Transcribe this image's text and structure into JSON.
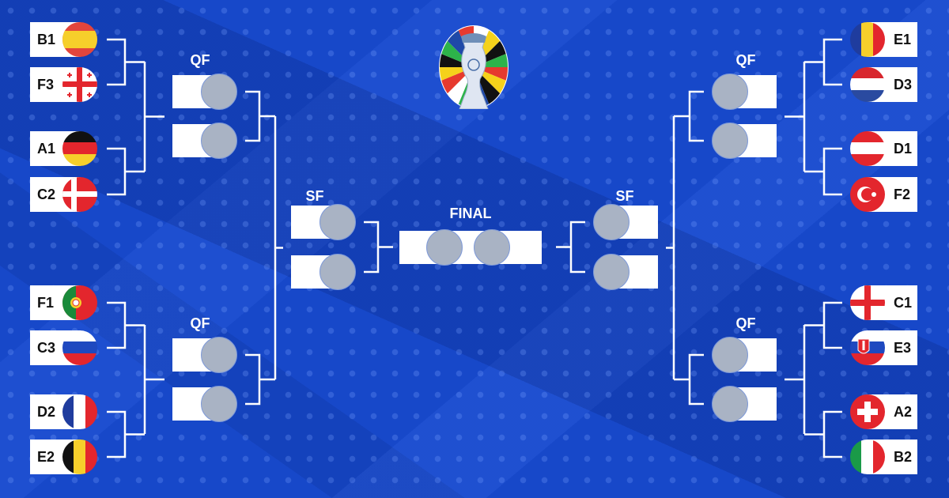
{
  "colors": {
    "background": "#1748c9",
    "line": "#ffffff",
    "slot": "#a9b3c4"
  },
  "round_labels": {
    "qf": "QF",
    "sf": "SF",
    "final": "FINAL"
  },
  "logo": {
    "icon": "euro-2024-trophy-logo"
  },
  "left_teams": [
    {
      "code": "B1",
      "flag": "spain-flag"
    },
    {
      "code": "F3",
      "flag": "georgia-flag"
    },
    {
      "code": "A1",
      "flag": "germany-flag"
    },
    {
      "code": "C2",
      "flag": "denmark-flag"
    },
    {
      "code": "F1",
      "flag": "portugal-flag"
    },
    {
      "code": "C3",
      "flag": "slovenia-flag"
    },
    {
      "code": "D2",
      "flag": "france-flag"
    },
    {
      "code": "E2",
      "flag": "belgium-flag"
    }
  ],
  "right_teams": [
    {
      "code": "E1",
      "flag": "romania-flag"
    },
    {
      "code": "D3",
      "flag": "netherlands-flag"
    },
    {
      "code": "D1",
      "flag": "austria-flag"
    },
    {
      "code": "F2",
      "flag": "turkey-flag"
    },
    {
      "code": "C1",
      "flag": "england-flag"
    },
    {
      "code": "E3",
      "flag": "slovakia-flag"
    },
    {
      "code": "A2",
      "flag": "switzerland-flag"
    },
    {
      "code": "B2",
      "flag": "italy-flag"
    }
  ]
}
